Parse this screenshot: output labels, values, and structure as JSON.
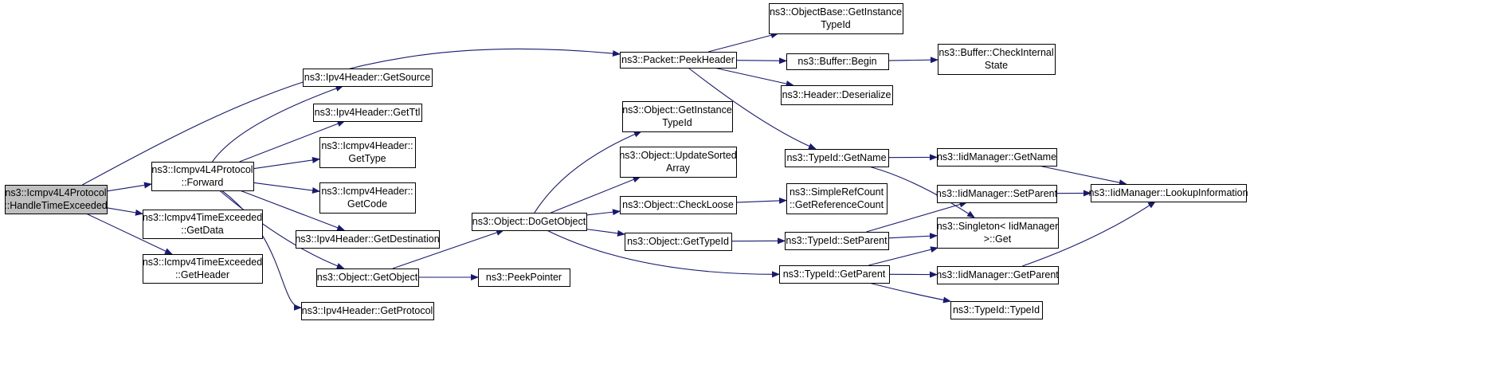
{
  "colors": {
    "edge": "#191970",
    "node_border": "#000000",
    "node_fill": "#ffffff",
    "root_fill": "#bfbfbf",
    "text": "#000000"
  },
  "root_id": "handle_time_exceeded",
  "nodes": [
    {
      "id": "handle_time_exceeded",
      "lines": [
        "ns3::Icmpv4L4Protocol",
        "::HandleTimeExceeded"
      ]
    },
    {
      "id": "forward",
      "lines": [
        "ns3::Icmpv4L4Protocol",
        "::Forward"
      ]
    },
    {
      "id": "te_getdata",
      "lines": [
        "ns3::Icmpv4TimeExceeded",
        "::GetData"
      ]
    },
    {
      "id": "te_getheader",
      "lines": [
        "ns3::Icmpv4TimeExceeded",
        "::GetHeader"
      ]
    },
    {
      "id": "packet_peekheader",
      "lines": [
        "ns3::Packet::PeekHeader"
      ]
    },
    {
      "id": "ipv4_getsource",
      "lines": [
        "ns3::Ipv4Header::GetSource"
      ]
    },
    {
      "id": "ipv4_getttl",
      "lines": [
        "ns3::Ipv4Header::GetTtl"
      ]
    },
    {
      "id": "icmp_gettype",
      "lines": [
        "ns3::Icmpv4Header::",
        "GetType"
      ]
    },
    {
      "id": "icmp_getcode",
      "lines": [
        "ns3::Icmpv4Header::",
        "GetCode"
      ]
    },
    {
      "id": "ipv4_getdest",
      "lines": [
        "ns3::Ipv4Header::GetDestination"
      ]
    },
    {
      "id": "object_getobject",
      "lines": [
        "ns3::Object::GetObject"
      ]
    },
    {
      "id": "ipv4_getprotocol",
      "lines": [
        "ns3::Ipv4Header::GetProtocol"
      ]
    },
    {
      "id": "object_dogetobject",
      "lines": [
        "ns3::Object::DoGetObject"
      ]
    },
    {
      "id": "peekpointer",
      "lines": [
        "ns3::PeekPointer"
      ]
    },
    {
      "id": "object_getinstancetypeid",
      "lines": [
        "ns3::Object::GetInstance",
        "TypeId"
      ]
    },
    {
      "id": "object_updatesorted",
      "lines": [
        "ns3::Object::UpdateSorted",
        "Array"
      ]
    },
    {
      "id": "object_checkloose",
      "lines": [
        "ns3::Object::CheckLoose"
      ]
    },
    {
      "id": "object_gettypeid",
      "lines": [
        "ns3::Object::GetTypeId"
      ]
    },
    {
      "id": "objectbase_getinstancetypeid",
      "lines": [
        "ns3::ObjectBase::GetInstance",
        "TypeId"
      ]
    },
    {
      "id": "buffer_begin",
      "lines": [
        "ns3::Buffer::Begin"
      ]
    },
    {
      "id": "header_deserialize",
      "lines": [
        "ns3::Header::Deserialize"
      ]
    },
    {
      "id": "typeid_getname",
      "lines": [
        "ns3::TypeId::GetName"
      ]
    },
    {
      "id": "simplerefcount",
      "lines": [
        "ns3::SimpleRefCount",
        "::GetReferenceCount"
      ]
    },
    {
      "id": "typeid_setparent",
      "lines": [
        "ns3::TypeId::SetParent"
      ]
    },
    {
      "id": "typeid_getparent",
      "lines": [
        "ns3::TypeId::GetParent"
      ]
    },
    {
      "id": "buffer_checkinternal",
      "lines": [
        "ns3::Buffer::CheckInternal",
        "State"
      ]
    },
    {
      "id": "iidmanager_getname",
      "lines": [
        "ns3::IidManager::GetName"
      ]
    },
    {
      "id": "iidmanager_setparent",
      "lines": [
        "ns3::IidManager::SetParent"
      ]
    },
    {
      "id": "singleton_get",
      "lines": [
        "ns3::Singleton< IidManager",
        ">::Get"
      ]
    },
    {
      "id": "iidmanager_getparent",
      "lines": [
        "ns3::IidManager::GetParent"
      ]
    },
    {
      "id": "typeid_typeid",
      "lines": [
        "ns3::TypeId::TypeId"
      ]
    },
    {
      "id": "iidmanager_lookupinformation",
      "lines": [
        "ns3::IidManager::LookupInformation"
      ]
    }
  ],
  "edges": [
    {
      "from": "handle_time_exceeded",
      "to": "forward"
    },
    {
      "from": "handle_time_exceeded",
      "to": "te_getdata"
    },
    {
      "from": "handle_time_exceeded",
      "to": "te_getheader"
    },
    {
      "from": "handle_time_exceeded",
      "to": "packet_peekheader"
    },
    {
      "from": "forward",
      "to": "ipv4_getsource"
    },
    {
      "from": "forward",
      "to": "ipv4_getttl"
    },
    {
      "from": "forward",
      "to": "icmp_gettype"
    },
    {
      "from": "forward",
      "to": "icmp_getcode"
    },
    {
      "from": "forward",
      "to": "ipv4_getdest"
    },
    {
      "from": "forward",
      "to": "object_getobject"
    },
    {
      "from": "forward",
      "to": "ipv4_getprotocol"
    },
    {
      "from": "object_getobject",
      "to": "object_dogetobject"
    },
    {
      "from": "object_getobject",
      "to": "peekpointer"
    },
    {
      "from": "object_dogetobject",
      "to": "object_getinstancetypeid"
    },
    {
      "from": "object_dogetobject",
      "to": "object_updatesorted"
    },
    {
      "from": "object_dogetobject",
      "to": "object_checkloose"
    },
    {
      "from": "object_dogetobject",
      "to": "object_gettypeid"
    },
    {
      "from": "object_dogetobject",
      "to": "typeid_getparent"
    },
    {
      "from": "object_checkloose",
      "to": "simplerefcount"
    },
    {
      "from": "object_gettypeid",
      "to": "typeid_setparent"
    },
    {
      "from": "packet_peekheader",
      "to": "objectbase_getinstancetypeid"
    },
    {
      "from": "packet_peekheader",
      "to": "buffer_begin"
    },
    {
      "from": "packet_peekheader",
      "to": "header_deserialize"
    },
    {
      "from": "packet_peekheader",
      "to": "typeid_getname"
    },
    {
      "from": "buffer_begin",
      "to": "buffer_checkinternal"
    },
    {
      "from": "typeid_getname",
      "to": "iidmanager_getname"
    },
    {
      "from": "typeid_getname",
      "to": "singleton_get"
    },
    {
      "from": "typeid_setparent",
      "to": "iidmanager_setparent"
    },
    {
      "from": "typeid_setparent",
      "to": "singleton_get"
    },
    {
      "from": "typeid_getparent",
      "to": "singleton_get"
    },
    {
      "from": "typeid_getparent",
      "to": "iidmanager_getparent"
    },
    {
      "from": "typeid_getparent",
      "to": "typeid_typeid"
    },
    {
      "from": "iidmanager_getname",
      "to": "iidmanager_lookupinformation"
    },
    {
      "from": "iidmanager_setparent",
      "to": "iidmanager_lookupinformation"
    },
    {
      "from": "iidmanager_getparent",
      "to": "iidmanager_lookupinformation"
    }
  ]
}
